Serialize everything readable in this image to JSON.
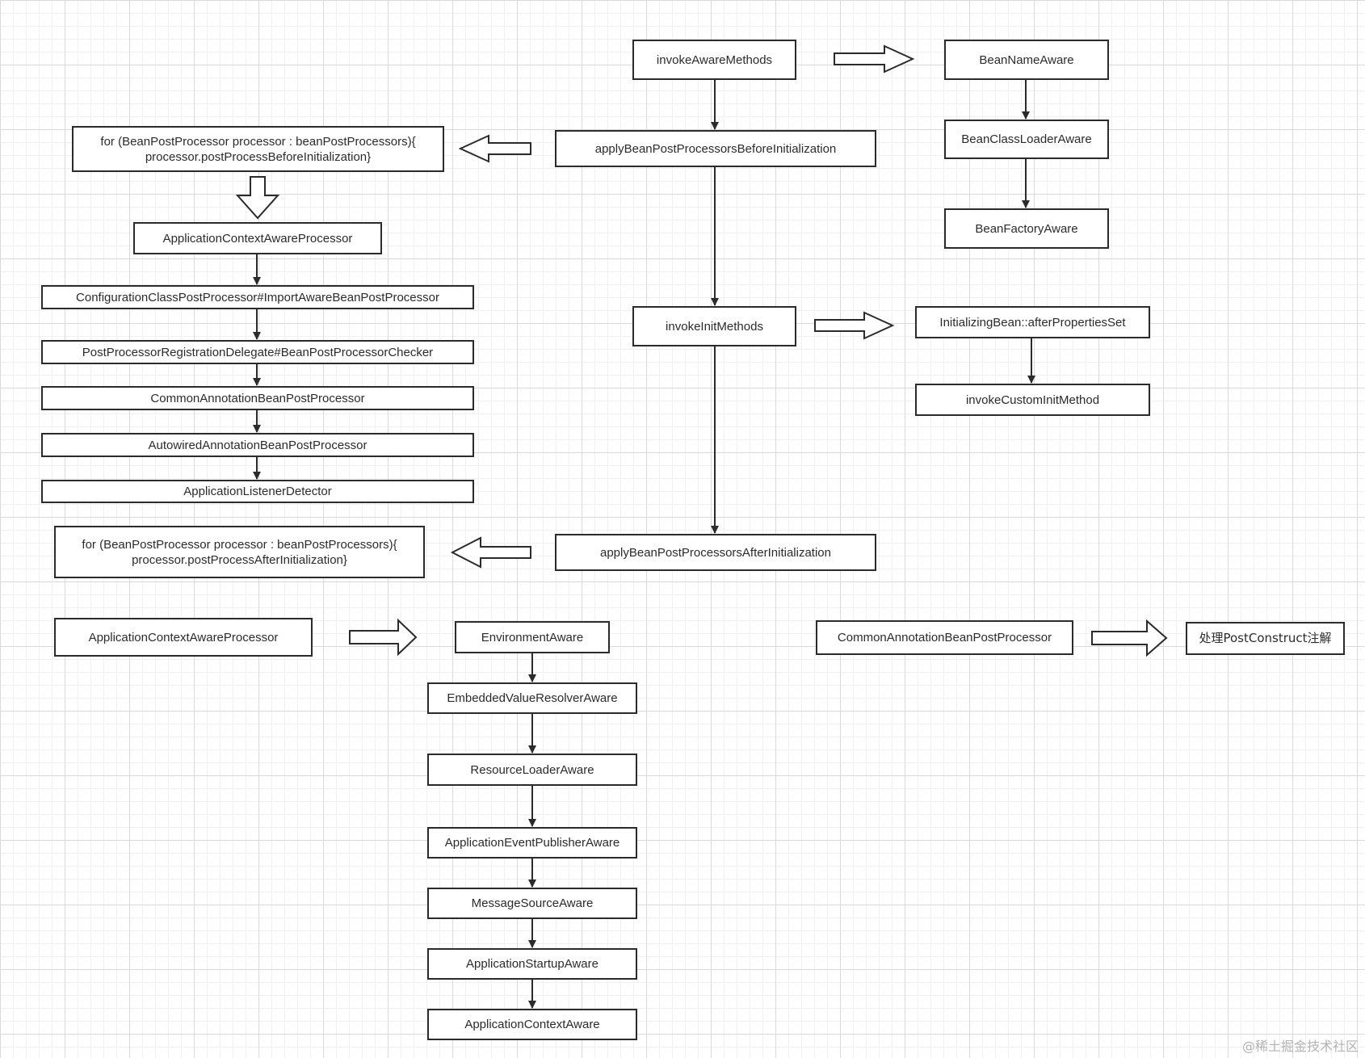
{
  "diagram": {
    "nodes": {
      "invokeAwareMethods": "invokeAwareMethods",
      "beanNameAware": "BeanNameAware",
      "beanClassLoaderAware": "BeanClassLoaderAware",
      "beanFactoryAware": "BeanFactoryAware",
      "applyBeforeInit": "applyBeanPostProcessorsBeforeInitialization",
      "forLoopBefore1": "for (BeanPostProcessor processor : beanPostProcessors){",
      "forLoopBefore2": "processor.postProcessBeforeInitialization}",
      "appContextAwareProcessor1": "ApplicationContextAwareProcessor",
      "configClassPostProcessor": "ConfigurationClassPostProcessor#ImportAwareBeanPostProcessor",
      "ppRegistrationDelegate": "PostProcessorRegistrationDelegate#BeanPostProcessorChecker",
      "commonAnnotationBPP1": "CommonAnnotationBeanPostProcessor",
      "autowiredAnnotationBPP": "AutowiredAnnotationBeanPostProcessor",
      "appListenerDetector": "ApplicationListenerDetector",
      "invokeInitMethods": "invokeInitMethods",
      "initializingBean": "InitializingBean::afterPropertiesSet",
      "invokeCustomInitMethod": "invokeCustomInitMethod",
      "applyAfterInit": "applyBeanPostProcessorsAfterInitialization",
      "forLoopAfter1": "for (BeanPostProcessor processor : beanPostProcessors){",
      "forLoopAfter2": "processor.postProcessAfterInitialization}",
      "appContextAwareProcessor2": "ApplicationContextAwareProcessor",
      "environmentAware": "EnvironmentAware",
      "embeddedValueResolverAware": "EmbeddedValueResolverAware",
      "resourceLoaderAware": "ResourceLoaderAware",
      "appEventPublisherAware": "ApplicationEventPublisherAware",
      "messageSourceAware": "MessageSourceAware",
      "appStartupAware": "ApplicationStartupAware",
      "appContextAware": "ApplicationContextAware",
      "commonAnnotationBPP2": "CommonAnnotationBeanPostProcessor",
      "postConstruct": "处理PostConstruct注解"
    },
    "watermark": "@稀土掘金技术社区"
  }
}
